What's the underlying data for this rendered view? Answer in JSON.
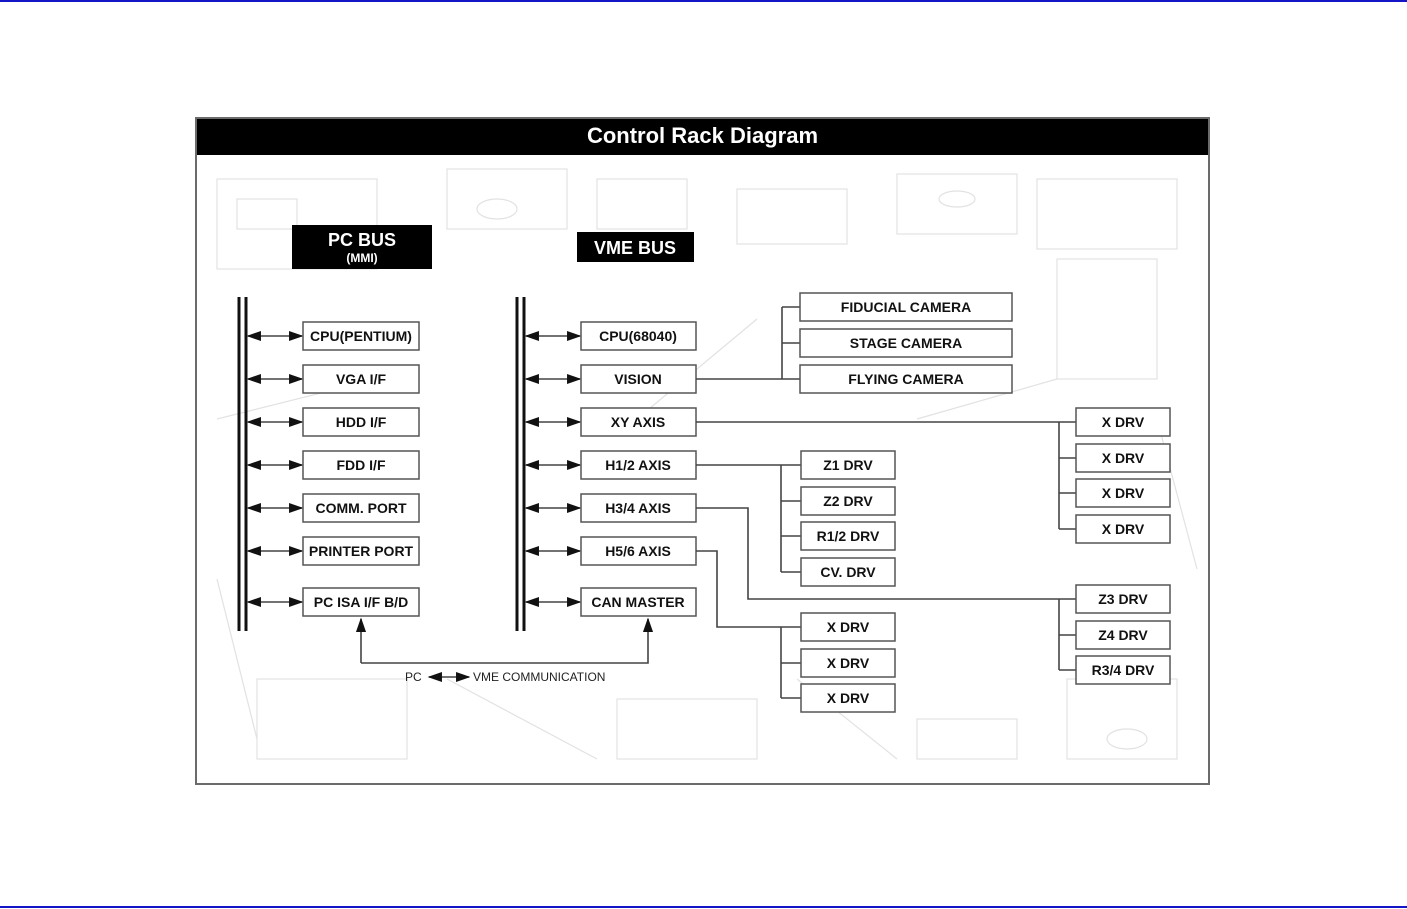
{
  "title": "Control Rack Diagram",
  "pc_bus": {
    "label": "PC  BUS",
    "sublabel": "(MMI)",
    "modules": [
      "CPU(PENTIUM)",
      "VGA I/F",
      "HDD I/F",
      "FDD I/F",
      "COMM. PORT",
      "PRINTER PORT",
      "PC ISA I/F B/D"
    ]
  },
  "vme_bus": {
    "label": "VME BUS",
    "modules": [
      "CPU(68040)",
      "VISION",
      "XY AXIS",
      "H1/2 AXIS",
      "H3/4 AXIS",
      "H5/6 AXIS",
      "CAN MASTER"
    ]
  },
  "cameras": [
    "FIDUCIAL CAMERA",
    "STAGE CAMERA",
    "FLYING CAMERA"
  ],
  "h12_drives": [
    "Z1 DRV",
    "Z2 DRV",
    "R1/2 DRV",
    "CV. DRV"
  ],
  "h56_drives": [
    "X DRV",
    "X DRV",
    "X DRV"
  ],
  "xy_drives": [
    "X DRV",
    "X DRV",
    "X DRV",
    "X DRV"
  ],
  "h34_drives": [
    "Z3 DRV",
    "Z4 DRV",
    "R3/4 DRV"
  ],
  "communication": {
    "left": "PC",
    "right": "VME COMMUNICATION"
  }
}
